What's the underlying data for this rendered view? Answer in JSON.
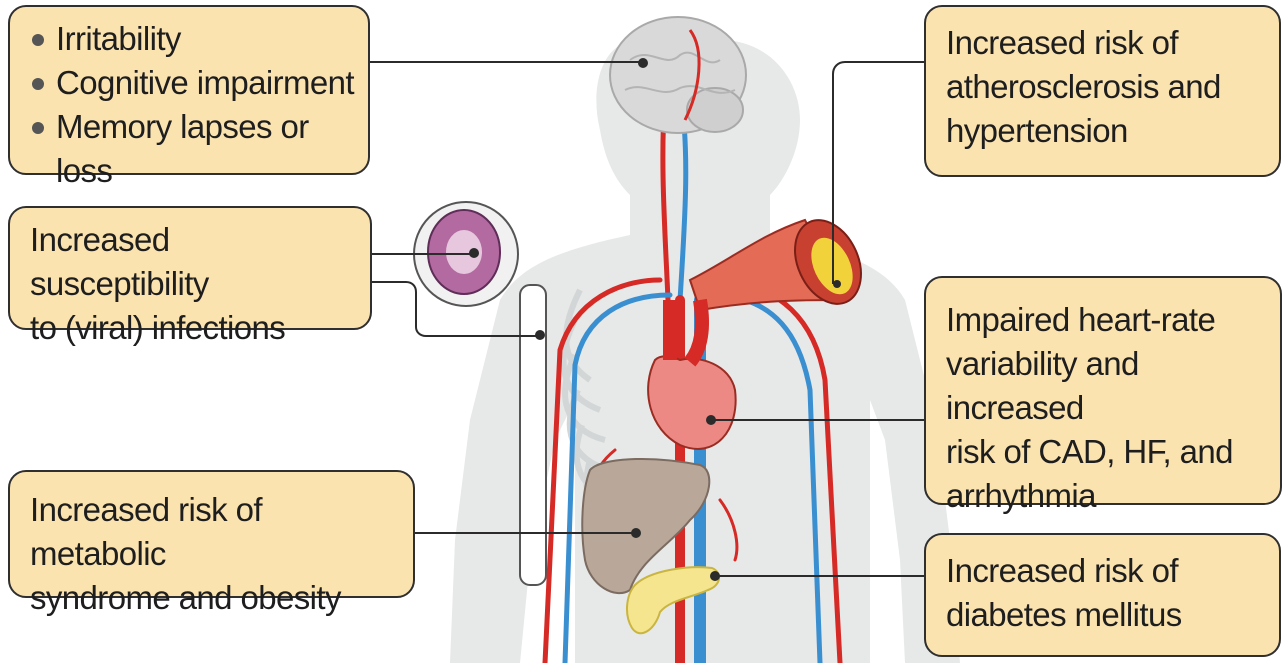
{
  "colors": {
    "callout_fill": "#fbe3b0",
    "silhouette": "#e7e8e8",
    "artery": "#d52a25",
    "vein": "#3a8fd1",
    "connector_line": "#2b2b2b"
  },
  "callouts": {
    "brain": {
      "items": [
        "Irritability",
        "Cognitive impairment",
        "Memory lapses or loss"
      ]
    },
    "infections": {
      "lines": [
        "Increased susceptibility",
        "to (viral) infections"
      ]
    },
    "metabolic": {
      "lines": [
        "Increased risk of metabolic",
        "syndrome and obesity"
      ]
    },
    "atherosclerosis": {
      "lines": [
        "Increased risk of",
        "atherosclerosis and",
        "hypertension"
      ]
    },
    "heart": {
      "lines": [
        "Impaired heart-rate",
        "variability and increased",
        "risk of CAD, HF, and",
        "arrhythmia"
      ]
    },
    "diabetes": {
      "lines": [
        "Increased risk of",
        "diabetes mellitus"
      ]
    }
  },
  "organs": [
    "brain-icon",
    "lymph-node-icon",
    "artery-cross-section-icon",
    "heart-icon",
    "liver-icon",
    "pancreas-icon",
    "bone-marrow-icon"
  ]
}
